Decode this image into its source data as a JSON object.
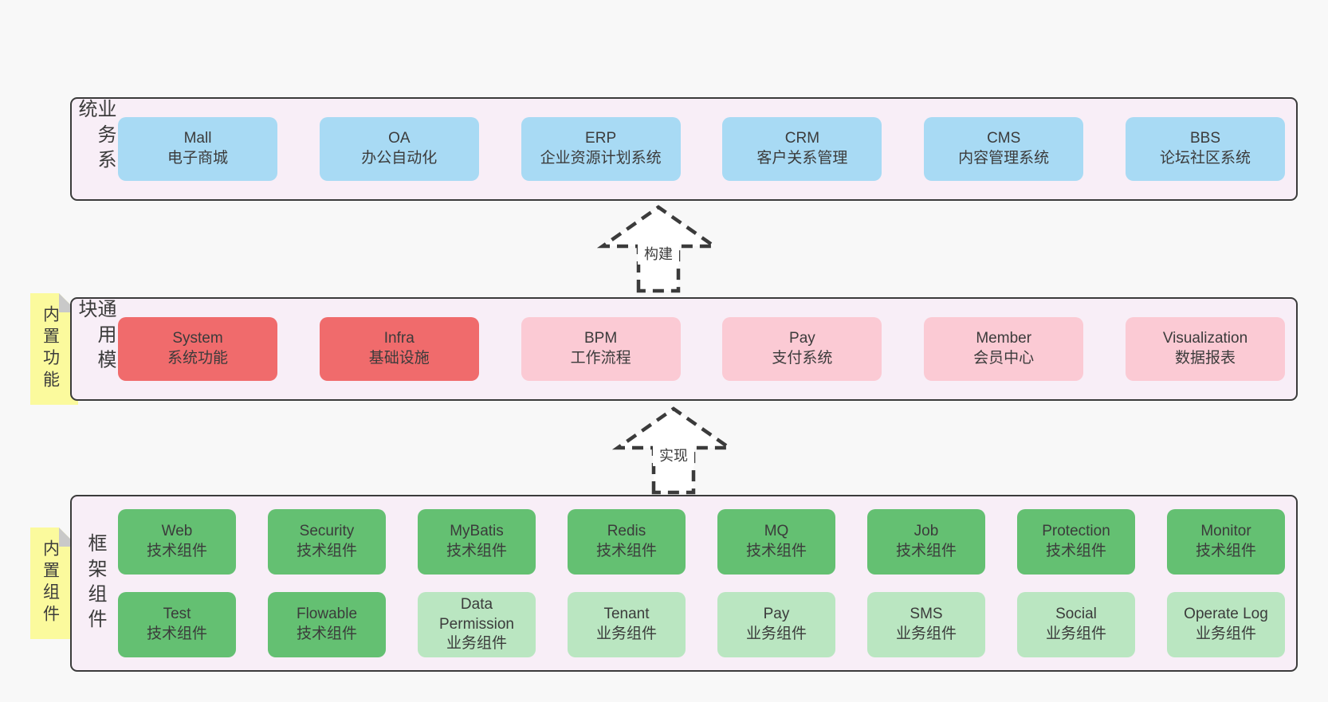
{
  "page": {
    "background": "#f8f8f8"
  },
  "colors": {
    "band_bg": "#f8eef7",
    "band_border": "#3b3b3b",
    "text": "#3b3b3b",
    "blue": "#a8daf4",
    "red": "#f06b6c",
    "pink": "#fbcad4",
    "green": "#64c072",
    "green_light": "#bae6c1",
    "note_yellow": "#fbfa9d",
    "note_fold": "#c9c9c9",
    "arrow_stroke": "#3b3b3b"
  },
  "notes": [
    {
      "text": "内置功能"
    },
    {
      "text": "内置组件"
    }
  ],
  "arrows": [
    {
      "label": "构建"
    },
    {
      "label": "实现"
    }
  ],
  "bands": [
    {
      "label": "业务系统",
      "boxes": [
        {
          "name": "Mall",
          "desc": "电子商城",
          "variant": "blue"
        },
        {
          "name": "OA",
          "desc": "办公自动化",
          "variant": "blue"
        },
        {
          "name": "ERP",
          "desc": "企业资源计划系统",
          "variant": "blue"
        },
        {
          "name": "CRM",
          "desc": "客户关系管理",
          "variant": "blue"
        },
        {
          "name": "CMS",
          "desc": "内容管理系统",
          "variant": "blue"
        },
        {
          "name": "BBS",
          "desc": "论坛社区系统",
          "variant": "blue"
        }
      ]
    },
    {
      "label": "通用模块",
      "boxes": [
        {
          "name": "System",
          "desc": "系统功能",
          "variant": "red"
        },
        {
          "name": "Infra",
          "desc": "基础设施",
          "variant": "red"
        },
        {
          "name": "BPM",
          "desc": "工作流程",
          "variant": "pink"
        },
        {
          "name": "Pay",
          "desc": "支付系统",
          "variant": "pink"
        },
        {
          "name": "Member",
          "desc": "会员中心",
          "variant": "pink"
        },
        {
          "name": "Visualization",
          "desc": "数据报表",
          "variant": "pink"
        }
      ]
    },
    {
      "label": "框架组件",
      "rows": [
        [
          {
            "name": "Web",
            "desc": "技术组件",
            "variant": "green"
          },
          {
            "name": "Security",
            "desc": "技术组件",
            "variant": "green"
          },
          {
            "name": "MyBatis",
            "desc": "技术组件",
            "variant": "green"
          },
          {
            "name": "Redis",
            "desc": "技术组件",
            "variant": "green"
          },
          {
            "name": "MQ",
            "desc": "技术组件",
            "variant": "green"
          },
          {
            "name": "Job",
            "desc": "技术组件",
            "variant": "green"
          },
          {
            "name": "Protection",
            "desc": "技术组件",
            "variant": "green"
          },
          {
            "name": "Monitor",
            "desc": "技术组件",
            "variant": "green"
          }
        ],
        [
          {
            "name": "Test",
            "desc": "技术组件",
            "variant": "green"
          },
          {
            "name": "Flowable",
            "desc": "技术组件",
            "variant": "green"
          },
          {
            "name": "Data Permission",
            "desc": "业务组件",
            "variant": "green_light"
          },
          {
            "name": "Tenant",
            "desc": "业务组件",
            "variant": "green_light"
          },
          {
            "name": "Pay",
            "desc": "业务组件",
            "variant": "green_light"
          },
          {
            "name": "SMS",
            "desc": "业务组件",
            "variant": "green_light"
          },
          {
            "name": "Social",
            "desc": "业务组件",
            "variant": "green_light"
          },
          {
            "name": "Operate Log",
            "desc": "业务组件",
            "variant": "green_light"
          }
        ]
      ]
    }
  ]
}
